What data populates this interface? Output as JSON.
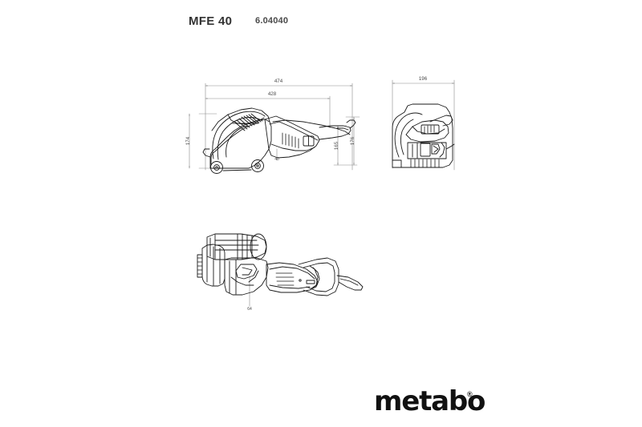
{
  "header": {
    "model_name": "MFE 40",
    "part_number": "6.04040"
  },
  "brand": {
    "wordmark": "metabo",
    "trademark": "®"
  },
  "views": {
    "side": {
      "name": "side-elevation-view",
      "dimensions": {
        "overall_length": "474",
        "body_length": "428",
        "overall_height": "174",
        "height_rear": "165",
        "height_total": "176",
        "detail": "40"
      }
    },
    "rear": {
      "name": "rear-elevation-view",
      "dimensions": {
        "width": "196"
      }
    },
    "top": {
      "name": "top-plan-view",
      "dimensions": {
        "depth": "64"
      }
    }
  },
  "colors": {
    "outline": "#1a1a1a",
    "dimension_line": "#8c8c8c",
    "dimension_text": "#4a4a4a",
    "background": "#ffffff",
    "brand": "#111111"
  }
}
